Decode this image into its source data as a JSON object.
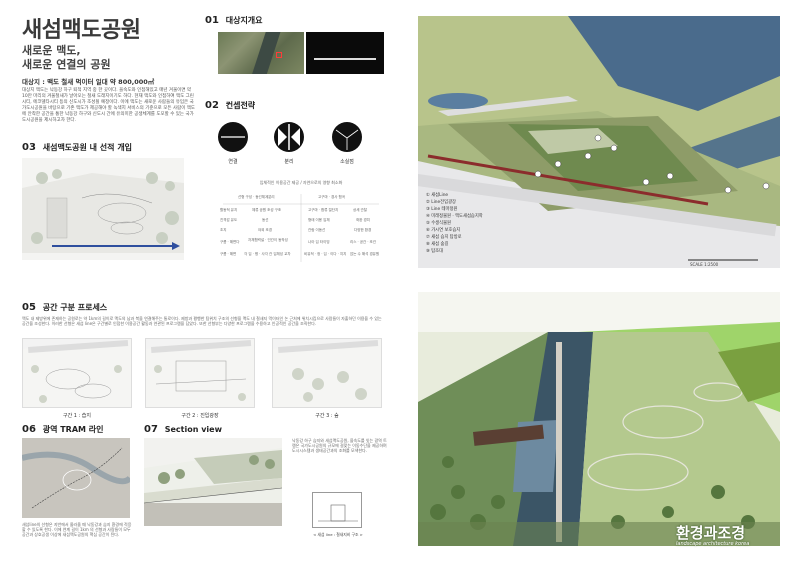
{
  "header": {
    "title": "새섬맥도공원",
    "subtitle_line1": "새로운 맥도,",
    "subtitle_line2": "새로운 연결의 공원",
    "site_info": "대상지 : 맥도 철새 먹이터 일대 약 800,000㎡",
    "intro": "대상지 맥도는 낙동강 하구 퇴적 지역 중 한 곳이다. 을숙도와 인접해있고 매년 겨울이면 약 10만 마리의 겨울철새가 날아오는 철새 도래지이기도 하다. 현재 맥도와 인접하여 맥도 그린시티, 에코델타시티 등의 신도시가 조성될 예정이다. 이에 맥도는 새로운 사람들의 유입은 국가도시공원을 바탕으로 기존 맥도가 제공해야 할 녹색지 서비스의 기준으로 모든 사람이 맥도에 안착한 공간을 통한 낙동강 하구와 신도시 간에 유의미한 공생체계를 도모할 수 있는 국가도시공원을 제시하고자 한다."
  },
  "sections": {
    "s01": {
      "num": "01",
      "title": "대상지개요"
    },
    "s02": {
      "num": "02",
      "title": "컨셉전략"
    },
    "s03": {
      "num": "03",
      "title": "새섬맥도공원 내 선적 개입"
    },
    "s05": {
      "num": "05",
      "title": "공간 구분 프로세스"
    },
    "s06": {
      "num": "06",
      "title": "광역 TRAM 라인"
    },
    "s07": {
      "num": "07",
      "title": "Section view"
    }
  },
  "concepts": [
    {
      "label": "연결",
      "icon": "connection-circle-icon"
    },
    {
      "label": "분리",
      "icon": "separation-circle-icon"
    },
    {
      "label": "소실점",
      "icon": "vanishing-point-circle-icon"
    }
  ],
  "strategy": {
    "caption": "입체적인 이용공간 제공 / 자연으로의 영향 최소화",
    "cells": [
      "선형 구성 · 동선체계분리",
      "고구마 · 경사 협곡",
      "활동적 유지",
      "체류 공원 조성 구조",
      "고구마 · 합류 절단지",
      "상세 관찰",
      "진격감 유도",
      "동선",
      "형태 이용 입체",
      "좌완 경치",
      "초지",
      "야외 조경",
      "관람 이동선",
      "다양한 환경",
      "구름 · 해변다",
      "자체협력설 · 인간이 동작성",
      "나아 입 타이밍",
      "리스 · 공간 · 조건",
      "구름 · 해변",
      "각 입 · 평 · 사각 관 입체성 교차",
      "비유적 · 정 · 입 · 이다 · 지지",
      "앉는 수 해석 경유원"
    ]
  },
  "legend": {
    "items": [
      "① 새섬Line",
      "② Line전입광장",
      "③ Line 테마정원",
      "④ 미래정물원 · 맥도새섬습지학",
      "⑤ 수생식물원",
      "⑥ 가시연 보호습지",
      "⑦ 새섬 습지 탐방로",
      "⑧ 새섬 숲길",
      "⑨ 탐조대"
    ],
    "scale": "SCALE 1:2500"
  },
  "process": {
    "text": "맥도 내 제방위에 존재하는 공원로는 약 1km의 길이로 맥도의 남과 북을 연결해주는 통로이다. 제방과 평행한 팀위치 구조의 선형을 맥도 내 철새지 먹이터인 논 근처에 위치시킴으로 사람들이 자출하던 이용을 수 있는 공간을 조성한다. 이러한 선형은 새섬 line은 구간별로 인접한 이용공간 활동과 연관된 프로그램을 담았다. 또한 선형부는 다양한 프로그램을 수용하고 인공적인 공간을 조직한다.",
    "stages": [
      "구간 1 : 습지",
      "구간 2 : 진입광장",
      "구간 3 : 숲"
    ]
  },
  "tram": {
    "text": "새섬line의 선형은 지반에서 올라올 때 낙동강과 습지 환경에 적응할 수 있도록 한다. 이에 연계 길이 1km 의 선형과 사람들이 모두 공간과 상호공생 이상에 새섬맥도공원의 핵심 공간이 된다."
  },
  "section_view": {
    "text": "낙동강 하구 습지와 새섬맥도공원, 을숙도를 잇는 광역 트램은 국가도시공원의 규모에 걸맞는 이동수단을 제공하며 도시시스템과 생태공간과의 조화를 모색한다.",
    "diagram_label": "< 새섬 line : 철새지비 구조 >"
  },
  "logo": {
    "main": "환경과조경",
    "sub": "landscape architecture korea"
  },
  "colors": {
    "river": "#4a6b8c",
    "grass": "#b9c58c",
    "water": "#5a6e7a"
  }
}
